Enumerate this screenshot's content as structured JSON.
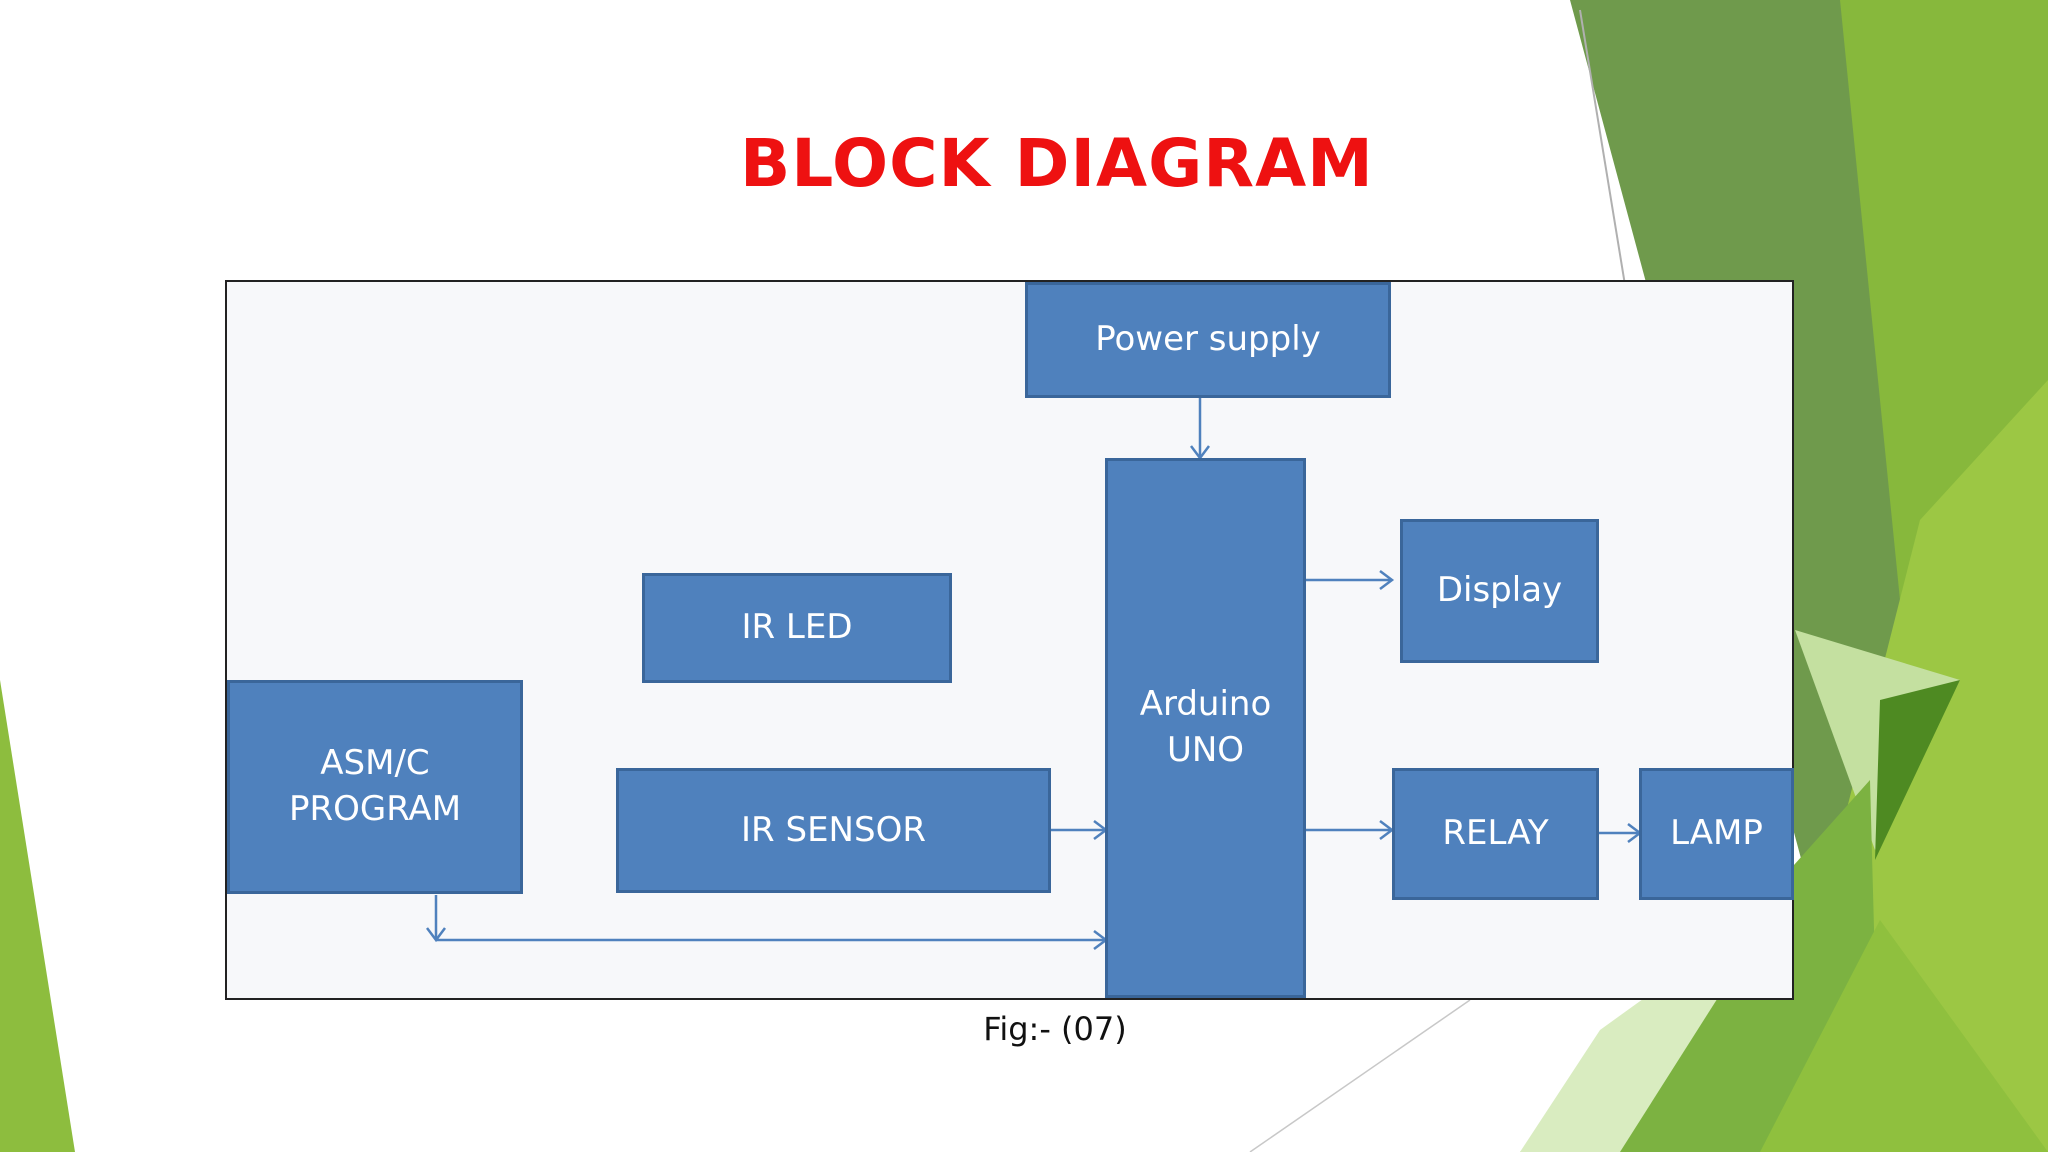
{
  "slide": {
    "title": "BLOCK DIAGRAM",
    "caption": "Fig:- (07)"
  },
  "diagram": {
    "blocks": {
      "power_supply": "Power supply",
      "arduino": "Arduino\nUNO",
      "display": "Display",
      "ir_led": "IR LED",
      "asm_program": "ASM/C\nPROGRAM",
      "ir_sensor": "IR SENSOR",
      "relay": "RELAY",
      "lamp": "LAMP"
    },
    "connections": [
      [
        "Power supply",
        "Arduino UNO"
      ],
      [
        "IR SENSOR",
        "Arduino UNO"
      ],
      [
        "ASM/C PROGRAM",
        "Arduino UNO"
      ],
      [
        "Arduino UNO",
        "Display"
      ],
      [
        "Arduino UNO",
        "RELAY"
      ],
      [
        "RELAY",
        "LAMP"
      ]
    ]
  },
  "colors": {
    "title": "#ee1111",
    "block_fill": "#4f81bd",
    "block_border": "#3a669a",
    "arrow": "#4f81bd",
    "decor_greens": [
      "#6e9a4a",
      "#86b83a",
      "#9cc53f",
      "#4e8a22"
    ]
  }
}
